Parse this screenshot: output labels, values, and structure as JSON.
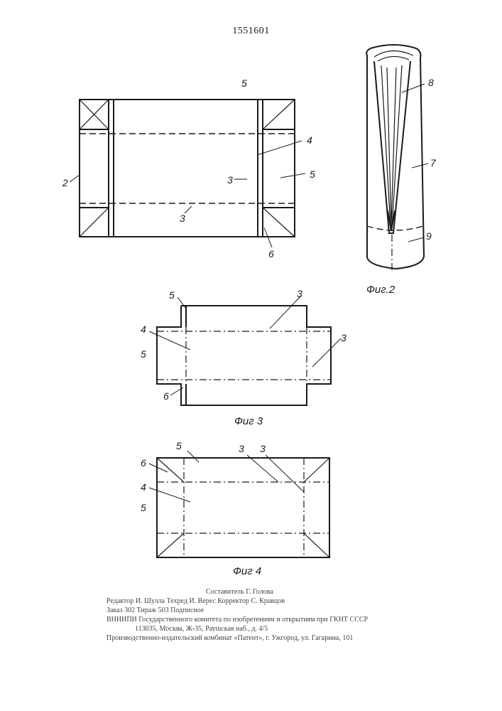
{
  "patent_number": "1551601",
  "figures": {
    "fig1": {
      "labels": {
        "l2": "2",
        "l3a": "3",
        "l3b": "3",
        "l4": "4",
        "l5a": "5",
        "l5b": "5",
        "l6": "6"
      }
    },
    "fig2": {
      "caption": "Фиг.2",
      "labels": {
        "l7": "7",
        "l8": "8",
        "l9": "9"
      }
    },
    "fig3": {
      "caption": "Фиг 3",
      "labels": {
        "l3a": "3",
        "l3b": "3",
        "l4": "4",
        "l5a": "5",
        "l5b": "5",
        "l6": "6"
      }
    },
    "fig4": {
      "caption": "Фиг 4",
      "labels": {
        "l3a": "3",
        "l3b": "3",
        "l4": "4",
        "l5a": "5",
        "l5b": "5",
        "l6": "6"
      }
    }
  },
  "imprint": {
    "line1": "Составитель Г. Голова",
    "line2": "Редактор И. Шулла          Техред И. Верес          Корректор С. Кравцов",
    "line3": "Заказ 302                  Тираж 503                Подписное",
    "line4": "ВНИИПИ Государственного комитета по изобретениям и открытиям при ГКНТ СССР",
    "line5": "113035, Москва, Ж-35, Раушская наб., д. 4/5",
    "line6": "Производственно-издательский комбинат «Патент», г. Ужгород, ул. Гагарина, 101"
  }
}
